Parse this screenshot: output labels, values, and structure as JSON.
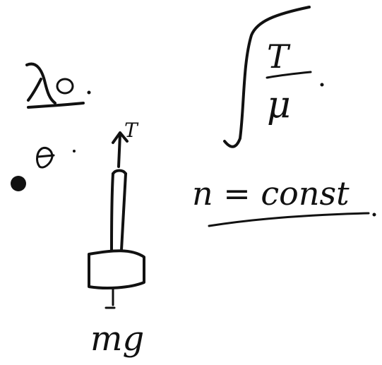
{
  "notes": {
    "lambda_label": "λ₀",
    "theta_label": "θ",
    "tension_label": "T",
    "weight_label": "mg",
    "formula_numerator": "T",
    "formula_denominator": "μ",
    "constant_note": "n = const"
  },
  "colors": {
    "ink": "#111111",
    "paper": "#ffffff"
  }
}
